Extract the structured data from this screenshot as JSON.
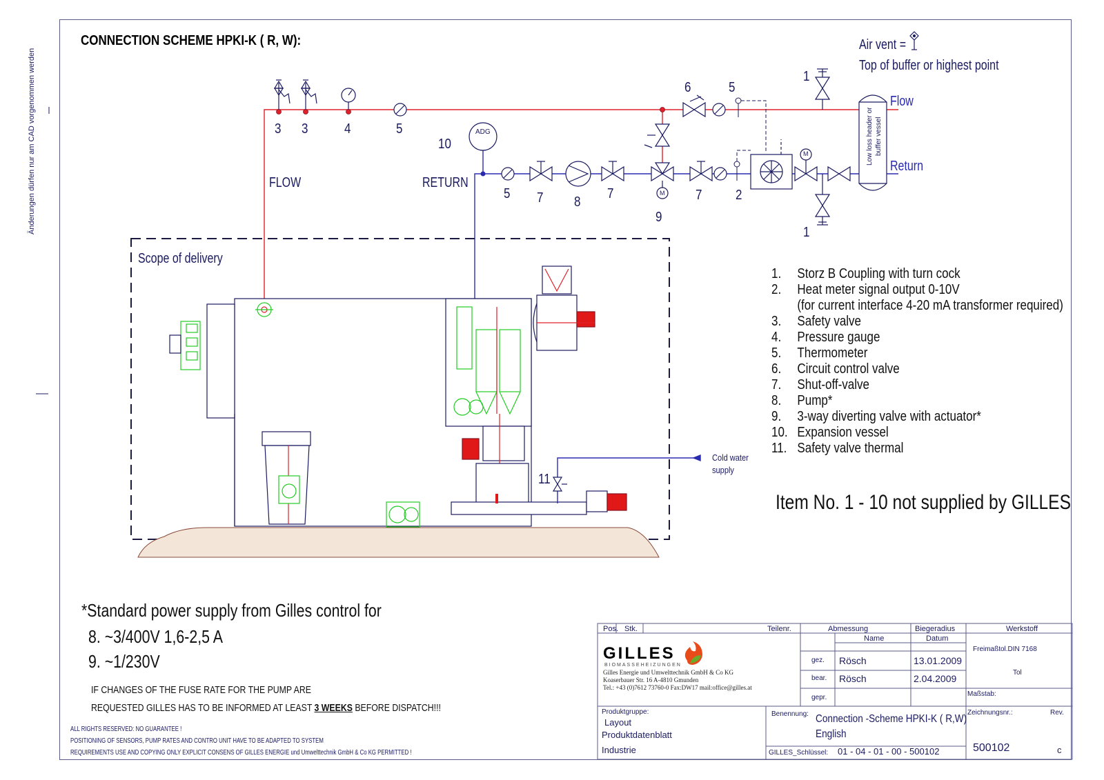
{
  "title": "CONNECTION SCHEME  HPKI-K ( R, W):",
  "air_vent": {
    "label": "Air vent =",
    "note": "Top of buffer or highest point"
  },
  "pipes": {
    "flow": "FLOW",
    "return": "RETURN"
  },
  "buffer": {
    "flow": "Flow",
    "return": "Return",
    "vessel_line1": "Low loss header or",
    "vessel_line2": "buffer vessel"
  },
  "component_numbers": {
    "n3a": "3",
    "n3b": "3",
    "n4": "4",
    "n5a": "5",
    "n10": "10",
    "n5b": "5",
    "n7a": "7",
    "n8": "8",
    "n7b": "7",
    "n9": "9",
    "n7c": "7",
    "n2": "2",
    "n6": "6",
    "n5c": "5",
    "n1a": "1",
    "n1b": "1",
    "n11": "11"
  },
  "tags": {
    "adg": "ADG",
    "m": "M"
  },
  "scope_label": "Scope of delivery",
  "cold_water": {
    "line1": "Cold water",
    "line2": "supply"
  },
  "legend": [
    {
      "n": "1.",
      "text": "Storz B Coupling with turn cock"
    },
    {
      "n": "2.",
      "text": "Heat meter signal output 0-10V"
    },
    {
      "n": "",
      "text": "(for current interface 4-20 mA transformer required)"
    },
    {
      "n": "3.",
      "text": "Safety valve"
    },
    {
      "n": "4.",
      "text": "Pressure gauge"
    },
    {
      "n": "5.",
      "text": "Thermometer"
    },
    {
      "n": "6.",
      "text": "Circuit control valve"
    },
    {
      "n": "7.",
      "text": "Shut-off-valve"
    },
    {
      "n": "8.",
      "text": "Pump*"
    },
    {
      "n": "9.",
      "text": "3-way diverting valve with actuator*"
    },
    {
      "n": "10.",
      "text": "Expansion vessel"
    },
    {
      "n": "11.",
      "text": "Safety valve thermal"
    }
  ],
  "not_supplied": "Item No. 1 - 10 not supplied by GILLES",
  "power_supply": {
    "heading": "*Standard power supply from Gilles control for",
    "line8": "8. ~3/400V 1,6-2,5 A",
    "line9": "9. ~1/230V"
  },
  "fuse_notice": {
    "line1": "IF CHANGES OF THE FUSE RATE FOR THE PUMP ARE",
    "line2_pre": "REQUESTED GILLES HAS TO BE INFORMED AT LEAST ",
    "line2_bold": "3 WEEKS",
    "line2_post": " BEFORE DISPATCH!!!"
  },
  "rights": {
    "line1": "ALL RIGHTS RESERVED: NO GUARANTEE  !",
    "line2": "POSITIONING OF SENSORS, PUMP RATES AND CONTRO UNIT HAVE TO BE ADAPTED TO SYSTEM",
    "line3": "REQUIREMENTS USE AND COPYING ONLY EXPLICIT CONSENS OF    GILLES ENERGIE und Umwelttechnik GmbH & Co KG PERMITTED !"
  },
  "margin_note": "Änderungen dürfen nur am CAD vorgenommen werden",
  "title_block": {
    "pos": "Pos.",
    "stk": "Stk.",
    "teilenr": "Teilenr.",
    "abmessung": "Abmessung",
    "biegeradius": "Biegeradius",
    "werkstoff": "Werkstoff",
    "name_hdr": "Name",
    "datum_hdr": "Datum",
    "logo": "GILLES",
    "logo_sub": "BIOMASSEHEIZUNGEN",
    "company1": "Gilles Energie und Umwelttechnik GmbH & Co KG",
    "company2": "Koaserbauer Str. 16     A-4810 Gmunden",
    "company3": "Tel.: +43 (0)7612 73760-0 Fax:DW17 mail:office@gilles.at",
    "gez": "gez.",
    "gez_name": "Rösch",
    "gez_date": "13.01.2009",
    "bear": "bear.",
    "bear_name": "Rösch",
    "bear_date": "2.04.2009",
    "gepr": "gepr.",
    "tolerance": "Freimaßtol.DIN 7168",
    "tol": "Tol",
    "massstab": "Maßstab:",
    "produktgruppe": "Produktgruppe:",
    "pg1": "Layout",
    "pg2": "Produktdatenblatt",
    "pg3": "Industrie",
    "benennung": "Benennung:",
    "ben1": "Connection -Scheme HPKI-K ( R,W)",
    "ben2": "English",
    "schluessel_lbl": "GILLES_Schlüssel:",
    "schluessel": "01  -  04 -  01 -  00 -   500102",
    "zeichnungsnr": "Zeichnungsnr.:",
    "rev": "Rev.",
    "drawing_no": "500102",
    "rev_val": "c"
  },
  "colors": {
    "flow": "#e0202a",
    "return": "#2a2ab0",
    "ink": "#1a1a60",
    "equipment": "#22cc22",
    "motor": "#e01818"
  }
}
